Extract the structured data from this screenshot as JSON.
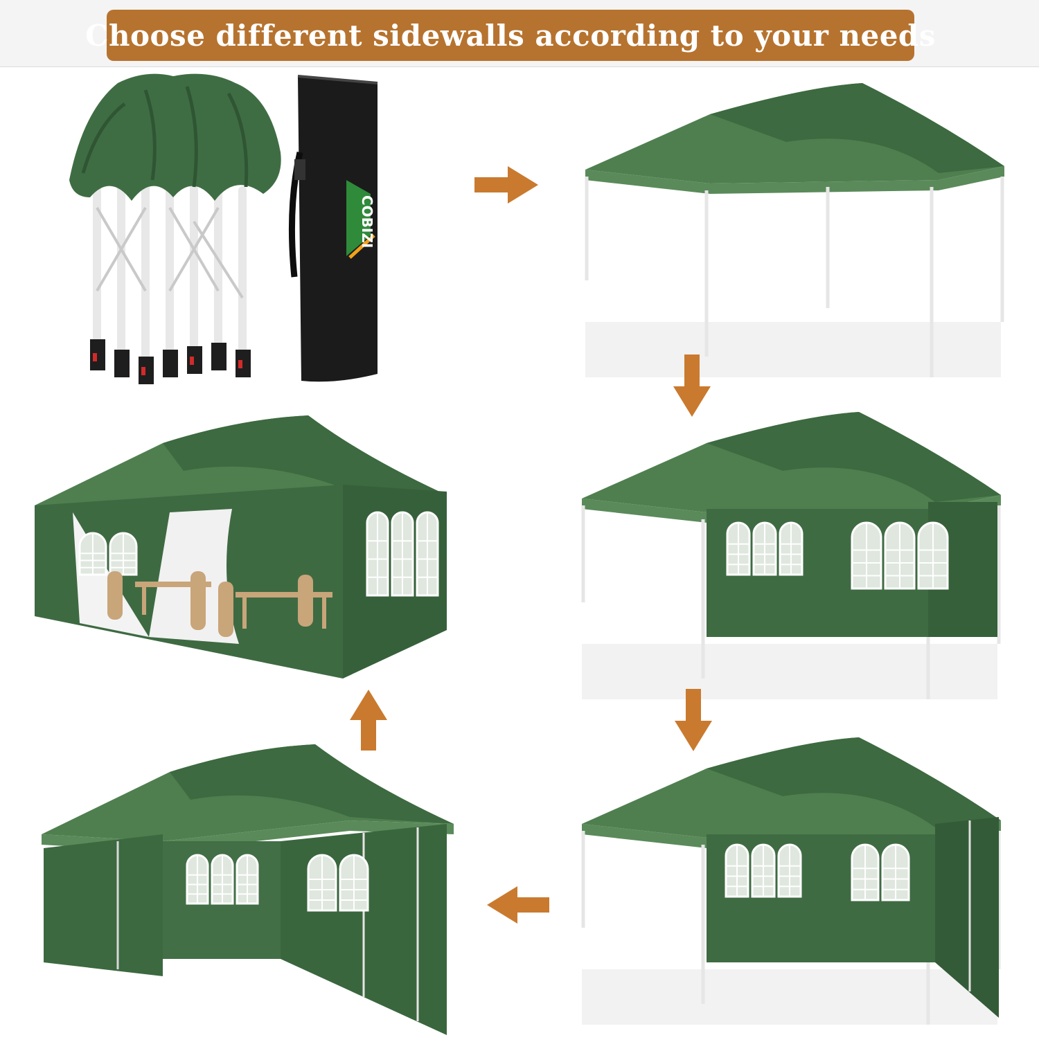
{
  "banner": {
    "title": "Choose different sidewalls according to your needs"
  },
  "bag": {
    "brand": "COBIZI"
  },
  "colors": {
    "banner": "#b6732f",
    "arrow": "#c97a2f",
    "canopy": "#4f7f4f",
    "canopy_dark": "#3d6a40",
    "wall": "#3f6b43",
    "frame": "#e6e6e6",
    "bag": "#1b1b1b"
  },
  "steps": [
    "folded-tent-and-bag",
    "canopy-no-walls",
    "canopy-two-walls",
    "canopy-three-walls",
    "canopy-four-walls",
    "canopy-full-enclosure-open-door"
  ]
}
